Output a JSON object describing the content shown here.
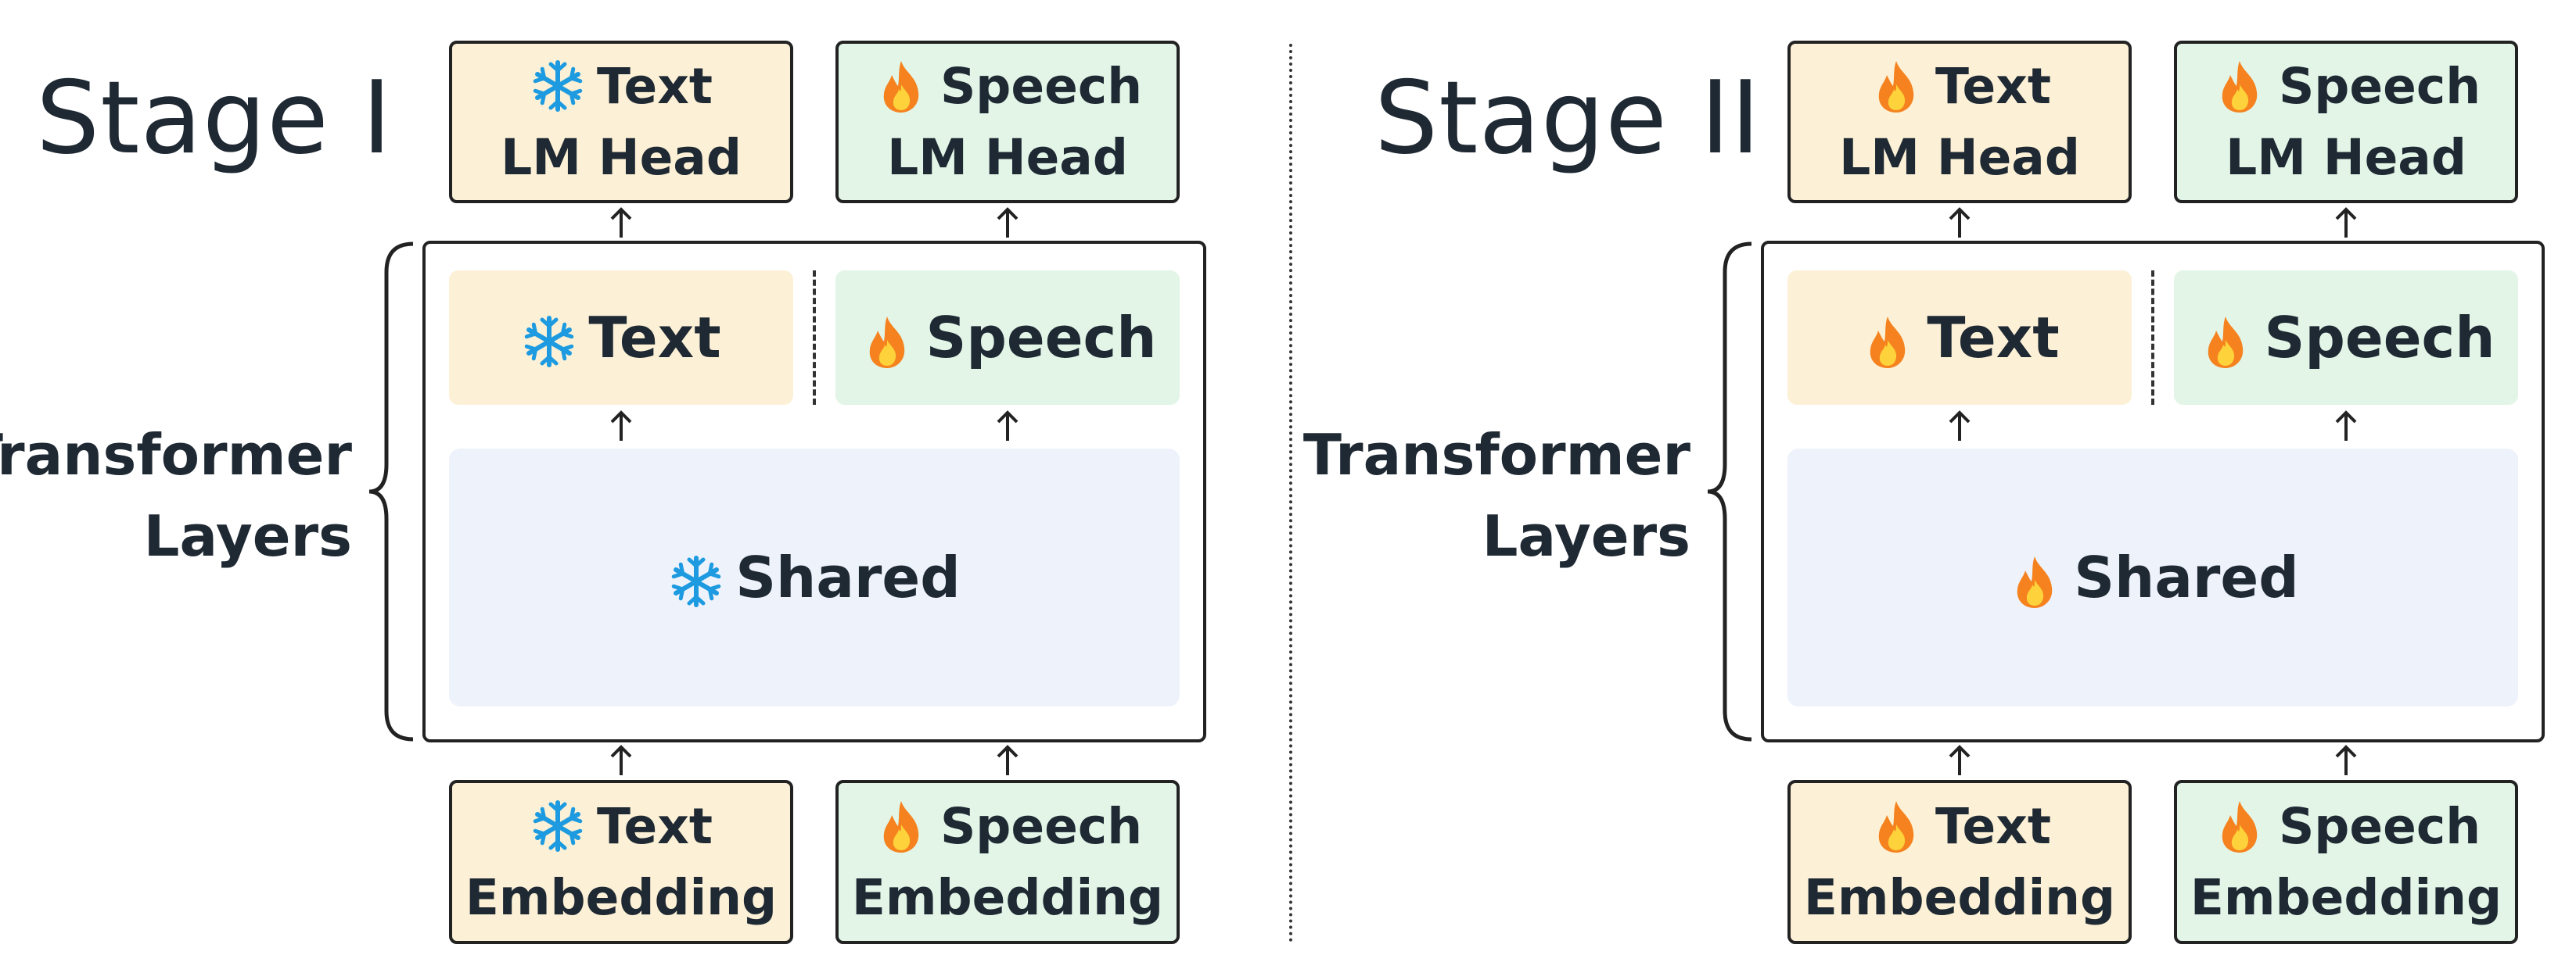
{
  "stages": [
    {
      "title": "Stage I",
      "lm_heads": [
        {
          "name": "Text",
          "sub": "LM Head",
          "icon": "snowflake-icon"
        },
        {
          "name": "Speech",
          "sub": "LM Head",
          "icon": "fire-icon"
        }
      ],
      "layers_label": [
        "Transformer",
        "Layers"
      ],
      "branches": [
        {
          "name": "Text",
          "icon": "snowflake-icon"
        },
        {
          "name": "Speech",
          "icon": "fire-icon"
        }
      ],
      "shared": {
        "name": "Shared",
        "icon": "snowflake-icon"
      },
      "embeddings": [
        {
          "name": "Text",
          "sub": "Embedding",
          "icon": "snowflake-icon"
        },
        {
          "name": "Speech",
          "sub": "Embedding",
          "icon": "fire-icon"
        }
      ]
    },
    {
      "title": "Stage II",
      "lm_heads": [
        {
          "name": "Text",
          "sub": "LM Head",
          "icon": "fire-icon"
        },
        {
          "name": "Speech",
          "sub": "LM Head",
          "icon": "fire-icon"
        }
      ],
      "layers_label": [
        "Transformer",
        "Layers"
      ],
      "branches": [
        {
          "name": "Text",
          "icon": "fire-icon"
        },
        {
          "name": "Speech",
          "icon": "fire-icon"
        }
      ],
      "shared": {
        "name": "Shared",
        "icon": "fire-icon"
      },
      "embeddings": [
        {
          "name": "Text",
          "sub": "Embedding",
          "icon": "fire-icon"
        },
        {
          "name": "Speech",
          "sub": "Embedding",
          "icon": "fire-icon"
        }
      ]
    }
  ],
  "colors": {
    "text_fill": "#fcf1d6",
    "speech_fill": "#e2f5e7",
    "shared_fill": "#eef2fb",
    "snowflake": "#1e9be0",
    "fire_outer": "#f5821f",
    "fire_inner": "#fdd23a"
  }
}
